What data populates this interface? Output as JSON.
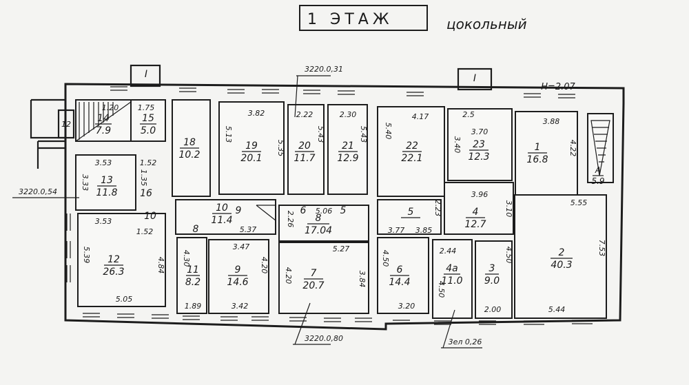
{
  "title": "1 ЭТАЖ",
  "subtitle": "цокольный",
  "height_note": "H=2.07",
  "callouts": [
    "3220.0,31",
    "3220.0,54",
    "3220.0,80",
    "3ел 0,26"
  ],
  "rooms": [
    {
      "num": "14",
      "area": "7.9"
    },
    {
      "num": "15",
      "area": "5.0"
    },
    {
      "num": "18",
      "area": "10.2"
    },
    {
      "num": "19",
      "area": "20.1"
    },
    {
      "num": "20",
      "area": "11.7"
    },
    {
      "num": "21",
      "area": "12.9"
    },
    {
      "num": "22",
      "area": "22.1"
    },
    {
      "num": "23",
      "area": "12.3"
    },
    {
      "num": "1",
      "area": "16.8"
    },
    {
      "num": "А",
      "area": "5.9"
    },
    {
      "num": "13",
      "area": "11.8"
    },
    {
      "num": "12",
      "area": "26.3"
    },
    {
      "num": "10",
      "area": "11.4"
    },
    {
      "num": "8",
      "area": "17.04"
    },
    {
      "num": "11",
      "area": "8.2"
    },
    {
      "num": "9",
      "area": "14.6"
    },
    {
      "num": "7",
      "area": "20.7"
    },
    {
      "num": "5",
      "area": ""
    },
    {
      "num": "4",
      "area": "12.7"
    },
    {
      "num": "6",
      "area": "14.4"
    },
    {
      "num": "4а",
      "area": "11.0"
    },
    {
      "num": "3",
      "area": "9.0"
    },
    {
      "num": "2",
      "area": "40.3"
    },
    {
      "num": "16",
      "area": ""
    },
    {
      "num": "10",
      "area": ""
    }
  ],
  "dims": [
    "1.20",
    "1.75",
    "3.82",
    "5.35",
    "5.13",
    "2.22",
    "5.43",
    "2.30",
    "5.43",
    "4.17",
    "5.40",
    "3.70",
    "2.5",
    "3.40",
    "3.88",
    "4.22",
    "3.53",
    "3.33",
    "1.52",
    "3.53",
    "1.52",
    "5.39",
    "4.84",
    "5.05",
    "5.37",
    "3.47",
    "1.89",
    "3.42",
    "4.20",
    "5.06",
    "5.27",
    "3.84",
    "4.20",
    "3.77",
    "3.85",
    "2.23",
    "3.96",
    "3.10",
    "4.50",
    "3.20",
    "2.44",
    "4.50",
    "4.50",
    "2.00",
    "5.55",
    "7.53",
    "5.44",
    "4.30",
    "2.26",
    "1.35"
  ],
  "markers": [
    "I",
    "I",
    "12",
    "6",
    "5",
    "8",
    "9"
  ]
}
